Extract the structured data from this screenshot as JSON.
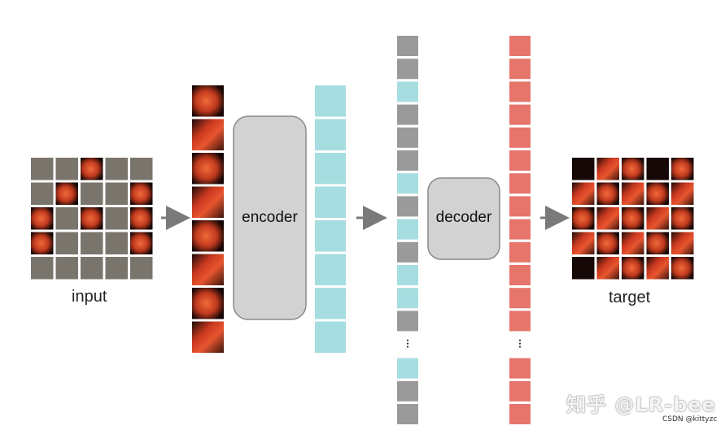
{
  "labels": {
    "input": "input",
    "encoder": "encoder",
    "decoder": "decoder",
    "target": "target"
  },
  "watermark": {
    "main": "知乎 @LR-bee",
    "sub": "CSDN @kittyzc"
  },
  "colors": {
    "masked_patch": "#7a756c",
    "visible_token": "#a6dde0",
    "mask_token": "#9a9a9a",
    "decoder_output": "#e6756b",
    "block_fill": "#d2d2d2",
    "arrow": "#7a7a7a"
  },
  "input_grid": {
    "rows": 5,
    "cols": 5,
    "visible_cells": [
      [
        0,
        2
      ],
      [
        1,
        1
      ],
      [
        1,
        4
      ],
      [
        2,
        0
      ],
      [
        2,
        2
      ],
      [
        2,
        4
      ],
      [
        3,
        0
      ],
      [
        3,
        4
      ]
    ]
  },
  "encoder_input_patches": 8,
  "encoder_tokens": 8,
  "decoder_input_sequence": [
    "mask",
    "mask",
    "visible",
    "mask",
    "mask",
    "mask",
    "visible",
    "mask",
    "visible",
    "mask",
    "visible",
    "visible",
    "mask",
    "ellipsis",
    "visible",
    "mask",
    "mask"
  ],
  "decoder_output_sequence": [
    "out",
    "out",
    "out",
    "out",
    "out",
    "out",
    "out",
    "out",
    "out",
    "out",
    "out",
    "out",
    "out",
    "ellipsis",
    "out",
    "out",
    "out"
  ]
}
